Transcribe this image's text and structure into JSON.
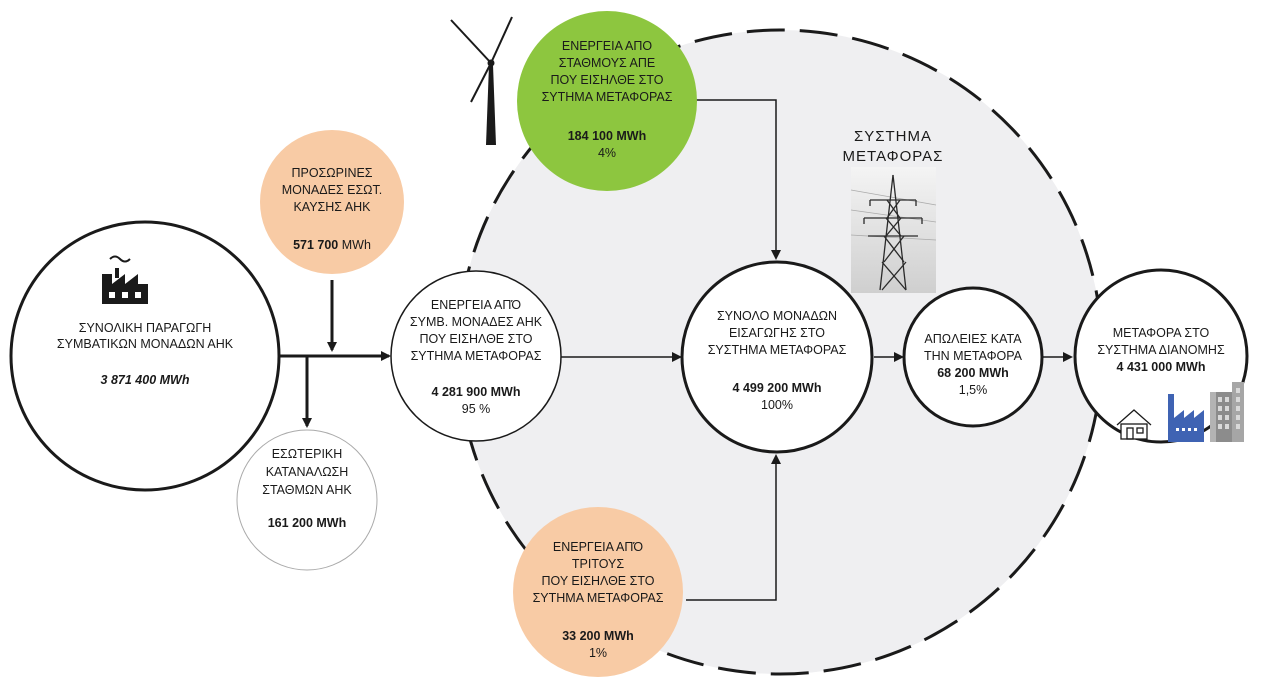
{
  "colors": {
    "system_fill": "#efeff1",
    "res_fill": "#8dc63f",
    "temp_fill": "#f8cba5",
    "third_fill": "#f8cba5",
    "line": "#1a1a1a",
    "building_blue": "#3f63b3"
  },
  "system": {
    "title_line1": "ΣΥΣΤΗΜΑ",
    "title_line2": "ΜΕΤΑΦΟΡΑΣ",
    "pylon_icon": "power-pylon-photo"
  },
  "nodes": {
    "total_production": {
      "icon": "factory-icon",
      "line1": "ΣΥΝΟΛΙΚΗ ΠΑΡΑΓΩΓΗ",
      "line2": "ΣΥΜΒΑΤΙΚΩΝ ΜΟΝΑΔΩΝ ΑΗΚ",
      "value": "3 871 400 MWh"
    },
    "temporary_units": {
      "line1": "ΠΡΟΣΩΡΙΝΕΣ",
      "line2": "ΜΟΝΑΔΕΣ ΕΣΩΤ.",
      "line3": "ΚΑΥΣΗΣ ΑΗΚ",
      "value_num": "571 700",
      "value_unit": " MWh"
    },
    "internal_consumption": {
      "line1": "ΕΣΩΤΕΡΙΚΗ",
      "line2": "ΚΑΤΑΝΑΛΩΣΗ",
      "line3": "ΣΤΑΘΜΩΝ ΑΗΚ",
      "value": "161 200 MWh"
    },
    "conventional_energy": {
      "line1": "ΕΝΕΡΓΕΙΑ ΑΠΌ",
      "line2": "ΣΥΜΒ. ΜΟΝΑΔΕΣ ΑΗΚ",
      "line3": "ΠΟΥ ΕΙΣΗΛΘΕ ΣΤΟ",
      "line4": "ΣΥΤΗΜΑ ΜΕΤΑΦΟΡΑΣ",
      "value": "4 281 900 MWh",
      "percent": "95 %"
    },
    "res_energy": {
      "icon": "wind-turbine-icon",
      "line1": "ΕΝΕΡΓΕΙΑ ΑΠΟ",
      "line2": "ΣΤΑΘΜΟΥΣ ΑΠΕ",
      "line3": "ΠΟΥ ΕΙΣΗΛΘΕ ΣΤΟ",
      "line4": "ΣΥΤΗΜΑ ΜΕΤΑΦΟΡΑΣ",
      "value": "184 100 MWh",
      "percent": "4%"
    },
    "third_party_energy": {
      "line1": "ΕΝΕΡΓΕΙΑ ΑΠΌ",
      "line2": "ΤΡΙΤΟΥΣ",
      "line3": "ΠΟΥ ΕΙΣΗΛΘΕ ΣΤΟ",
      "line4": "ΣΥΤΗΜΑ ΜΕΤΑΦΟΡΑΣ",
      "value": "33 200 MWh",
      "percent": "1%"
    },
    "total_import": {
      "line1": "ΣΥΝΟΛΟ ΜΟΝΑΔΩΝ",
      "line2": "ΕΙΣΑΓΩΓΗΣ ΣΤΟ",
      "line3": "ΣΥΣΤΗΜΑ ΜΕΤΑΦΟΡΑΣ",
      "value": "4 499 200 MWh",
      "percent": "100%"
    },
    "losses": {
      "line1": "ΑΠΩΛΕΙΕΣ ΚΑΤΑ",
      "line2": "ΤΗΝ ΜΕΤΑΦΟΡΑ",
      "value": "68 200 MWh",
      "percent": "1,5%"
    },
    "distribution": {
      "line1": "ΜΕΤΑΦΟΡΑ ΣΤΟ",
      "line2": "ΣΥΣΤΗΜΑ ΔΙΑΝΟΜΗΣ",
      "value": "4 431 000 MWh",
      "icons": [
        "house-icon",
        "industry-icon",
        "office-building-icon"
      ]
    }
  }
}
